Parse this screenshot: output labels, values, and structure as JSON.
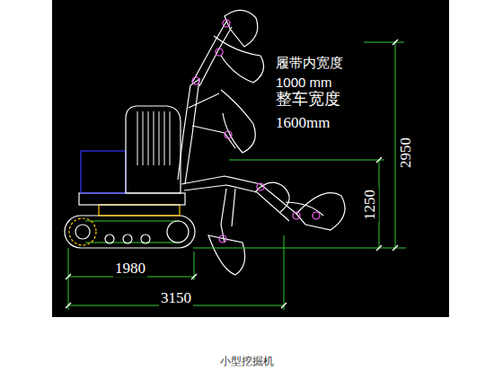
{
  "diagram": {
    "caption": "小型挖掘机",
    "labels": [
      "履带内宽度",
      "1000 mm",
      "整车宽度",
      "1600mm",
      "2950",
      "1250",
      "1980",
      "3150"
    ]
  }
}
